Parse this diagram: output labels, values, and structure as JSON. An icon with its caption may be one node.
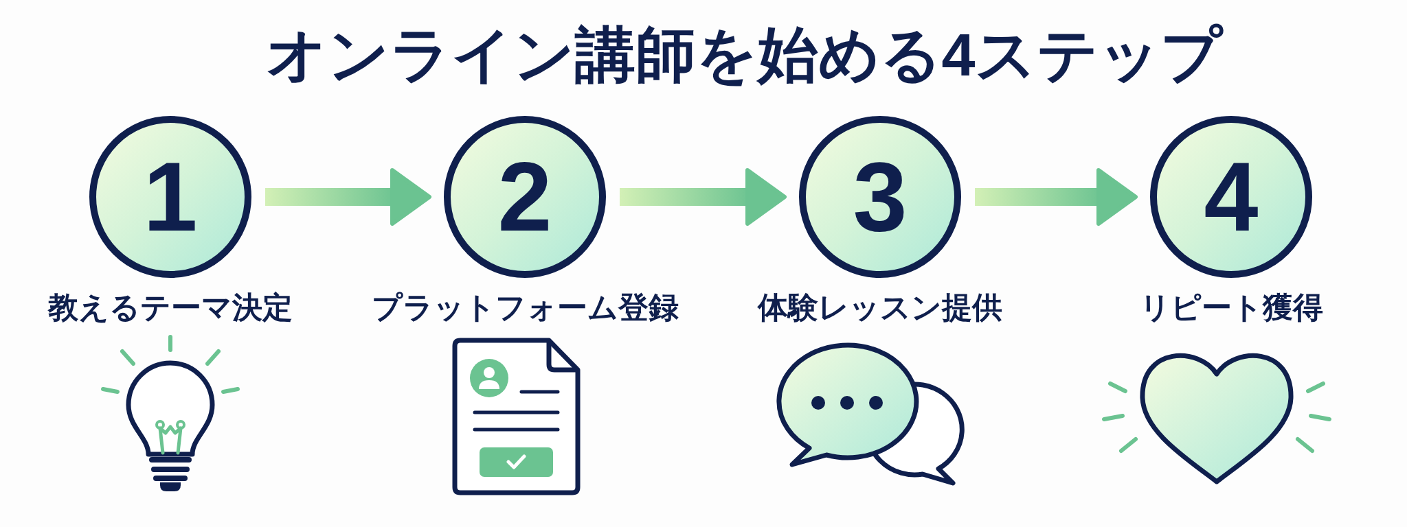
{
  "diagram": {
    "title": "オンライン講師を始める4ステップ",
    "nodes": [
      {
        "text": [
          "1"
        ],
        "beside": [
          "教えるテーマ決定"
        ]
      },
      {
        "text": [
          "2"
        ],
        "beside": [
          "プラットフォーム登録"
        ]
      },
      {
        "text": [
          "3"
        ],
        "beside": [
          "体験レッスン提供"
        ]
      },
      {
        "text": [
          "4"
        ],
        "beside": [
          "リピート獲得"
        ]
      }
    ],
    "edges": [
      {
        "from": 0,
        "to": 1,
        "arrow": "to"
      },
      {
        "from": 1,
        "to": 2,
        "arrow": "to"
      },
      {
        "from": 2,
        "to": 3,
        "arrow": "to"
      }
    ]
  }
}
